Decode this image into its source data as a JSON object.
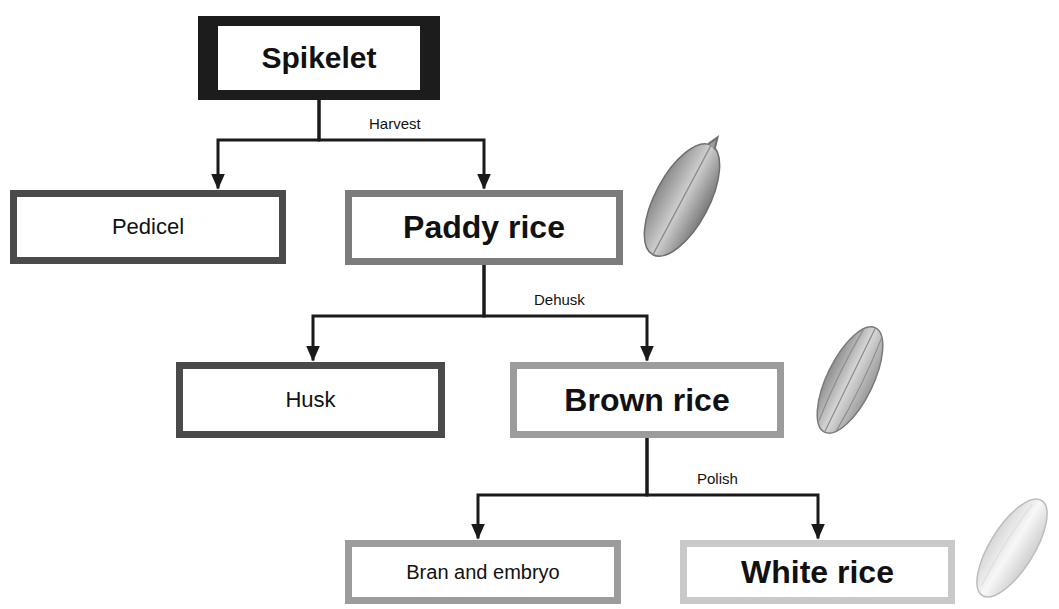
{
  "diagram": {
    "nodes": [
      {
        "text": [
          "Spikelet"
        ]
      },
      {
        "text": [
          "Pedicel"
        ]
      },
      {
        "text": [
          "Paddy rice"
        ]
      },
      {
        "text": [
          "Husk"
        ]
      },
      {
        "text": [
          "Brown rice"
        ]
      },
      {
        "text": [
          "Bran and embryo"
        ]
      },
      {
        "text": [
          "White rice"
        ]
      }
    ],
    "edges": [
      {
        "from": 0,
        "to": 1,
        "arrow": "to"
      },
      {
        "from": 0,
        "to": 2,
        "label": "Harvest",
        "arrow": "to"
      },
      {
        "from": 2,
        "to": 3,
        "arrow": "to"
      },
      {
        "from": 2,
        "to": 4,
        "label": "Dehusk",
        "arrow": "to"
      },
      {
        "from": 4,
        "to": 5,
        "arrow": "to"
      },
      {
        "from": 4,
        "to": 6,
        "label": "Polish",
        "arrow": "to"
      }
    ]
  }
}
